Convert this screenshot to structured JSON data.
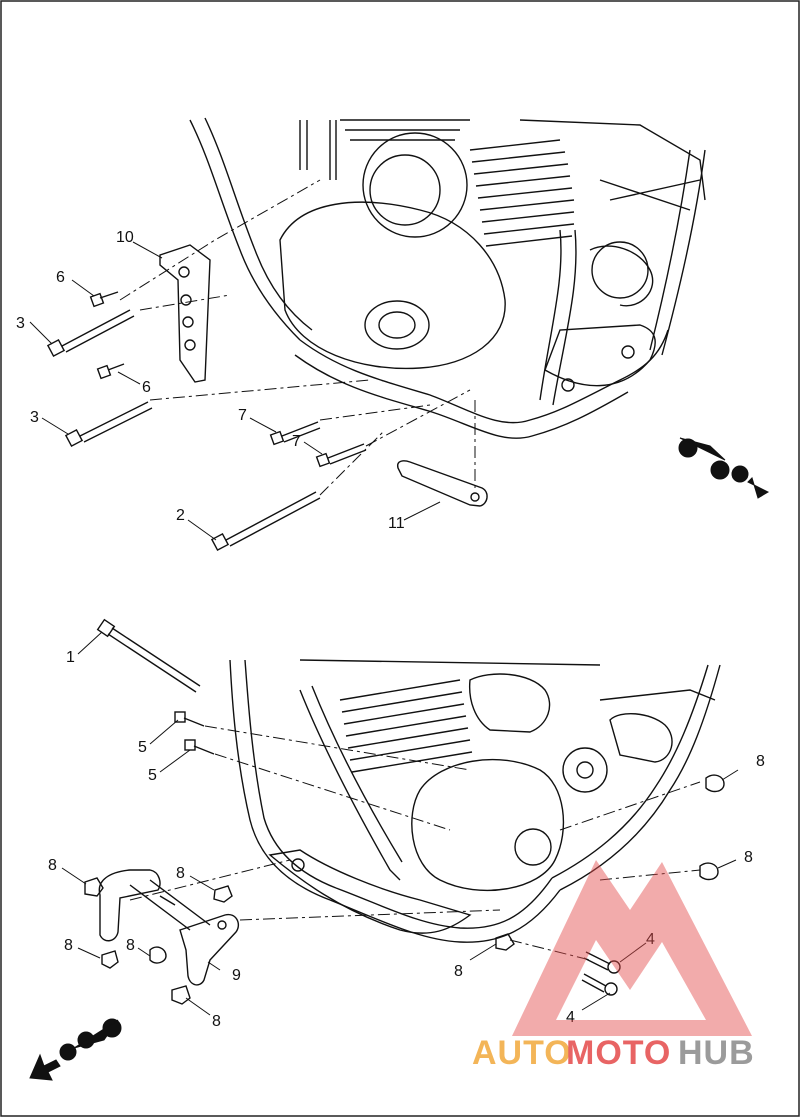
{
  "diagram": {
    "top_callouts": [
      {
        "id": "c10",
        "label": "10"
      },
      {
        "id": "c6a",
        "label": "6"
      },
      {
        "id": "c3a",
        "label": "3"
      },
      {
        "id": "c6b",
        "label": "6"
      },
      {
        "id": "c3b",
        "label": "3"
      },
      {
        "id": "c7a",
        "label": "7"
      },
      {
        "id": "c7b",
        "label": "7"
      },
      {
        "id": "c2",
        "label": "2"
      },
      {
        "id": "c11",
        "label": "11"
      }
    ],
    "bottom_callouts": [
      {
        "id": "c1",
        "label": "1"
      },
      {
        "id": "c5a",
        "label": "5"
      },
      {
        "id": "c5b",
        "label": "5"
      },
      {
        "id": "c8a",
        "label": "8"
      },
      {
        "id": "c8b",
        "label": "8"
      },
      {
        "id": "c8c",
        "label": "8"
      },
      {
        "id": "c8d",
        "label": "8"
      },
      {
        "id": "c9",
        "label": "9"
      },
      {
        "id": "c8e",
        "label": "8"
      },
      {
        "id": "c8f",
        "label": "8"
      },
      {
        "id": "c8g",
        "label": "8"
      },
      {
        "id": "c8h",
        "label": "8"
      },
      {
        "id": "c4a",
        "label": "4"
      },
      {
        "id": "c4b",
        "label": "4"
      }
    ],
    "watermark": {
      "part1": "AUTO",
      "part2": "MOTO",
      "part3": "HUB"
    },
    "colors": {
      "watermark_orange": "#f2a93b",
      "watermark_red": "#e44a4a",
      "watermark_gray": "#8a8a8a",
      "line": "#111111"
    }
  }
}
